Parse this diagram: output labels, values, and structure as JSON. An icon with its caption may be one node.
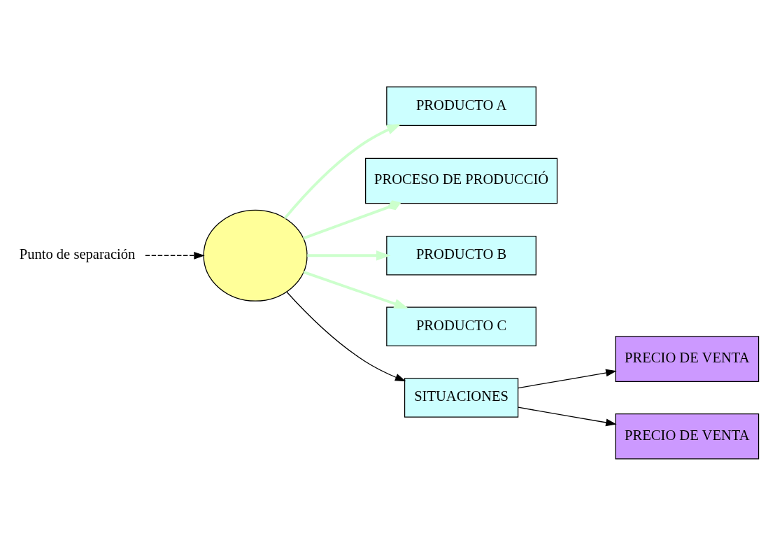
{
  "diagram": {
    "nodes": [
      {
        "text": [
          "Punto de separación"
        ]
      },
      {
        "text": [
          "PRODUCTO A"
        ]
      },
      {
        "text": [
          "PROCESO DE PRODUCCIÓ"
        ]
      },
      {
        "text": [],
        "shape": "ellipse"
      },
      {
        "text": [
          "PRODUCTO B"
        ]
      },
      {
        "text": [
          "PRODUCTO C"
        ]
      },
      {
        "text": [
          "SITUACIONES"
        ]
      },
      {
        "text": [
          "PRECIO DE VENTA"
        ]
      },
      {
        "text": [
          "PRECIO DE VENTA"
        ]
      }
    ],
    "edges": [
      {
        "from": 0,
        "to": 3,
        "arrow": "to",
        "style": "dashed"
      },
      {
        "from": 3,
        "to": 1,
        "arrow": "to",
        "style": "thick",
        "color": "#ccffcc"
      },
      {
        "from": 3,
        "to": 2,
        "arrow": "other",
        "style": "thick",
        "color": "#ccffcc"
      },
      {
        "from": 3,
        "to": 4,
        "arrow": "to",
        "style": "thick",
        "color": "#ccffcc"
      },
      {
        "from": 3,
        "to": 5,
        "arrow": "to",
        "style": "thick",
        "color": "#ccffcc"
      },
      {
        "from": 3,
        "to": 6,
        "arrow": "to"
      },
      {
        "from": 6,
        "to": 7,
        "arrow": "to"
      },
      {
        "from": 6,
        "to": 8,
        "arrow": "to"
      }
    ]
  }
}
